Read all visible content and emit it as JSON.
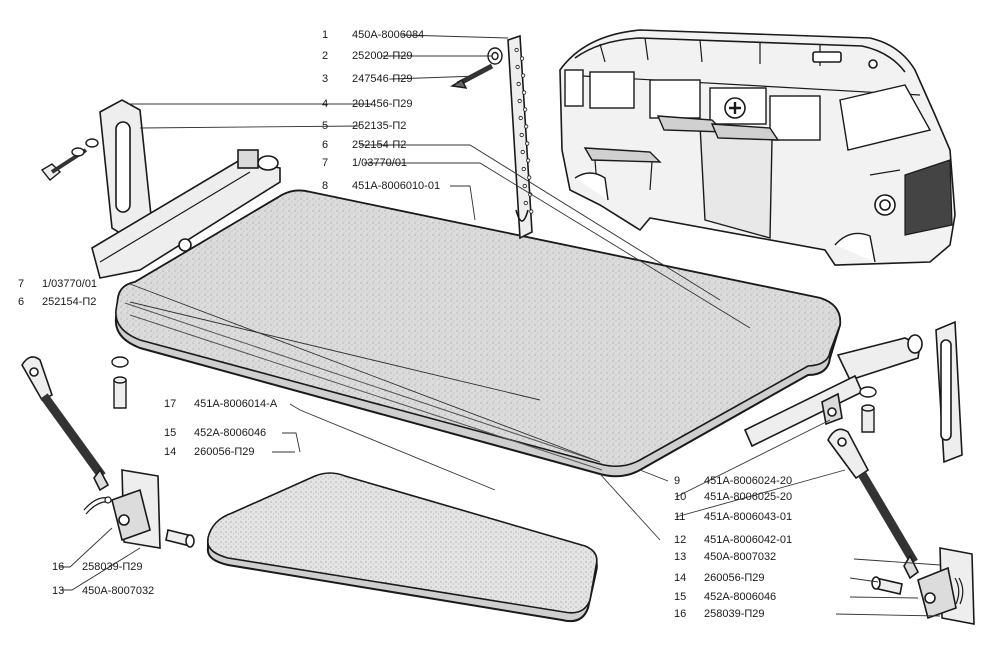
{
  "callouts": [
    {
      "num": "1",
      "code": "450А-8006084"
    },
    {
      "num": "2",
      "code": "252002-П29"
    },
    {
      "num": "3",
      "code": "247546-П29"
    },
    {
      "num": "4",
      "code": "201456-П29"
    },
    {
      "num": "5",
      "code": "252135-П2"
    },
    {
      "num": "6",
      "code": "252154-П2"
    },
    {
      "num": "7",
      "code": "1/03770/01"
    },
    {
      "num": "8",
      "code": "451А-8006010-01"
    },
    {
      "num": "7",
      "code": "1/03770/01"
    },
    {
      "num": "6",
      "code": "252154-П2"
    },
    {
      "num": "17",
      "code": "451А-8006014-А"
    },
    {
      "num": "15",
      "code": "452А-8006046"
    },
    {
      "num": "14",
      "code": "260056-П29"
    },
    {
      "num": "16",
      "code": "258039-П29"
    },
    {
      "num": "13",
      "code": "450А-8007032"
    },
    {
      "num": "9",
      "code": "451А-8006024-20"
    },
    {
      "num": "10",
      "code": "451А-8006025-20"
    },
    {
      "num": "11",
      "code": "451А-8006043-01"
    },
    {
      "num": "12",
      "code": "451А-8006042-01"
    },
    {
      "num": "13",
      "code": "450А-8007032"
    },
    {
      "num": "14",
      "code": "260056-П29"
    },
    {
      "num": "15",
      "code": "452А-8006046"
    },
    {
      "num": "16",
      "code": "258039-П29"
    }
  ],
  "colors": {
    "ink": "#1a1a1a",
    "panel_fill": "#d6d6d6",
    "metal_fill": "#eeeeee",
    "background": "#ffffff"
  }
}
